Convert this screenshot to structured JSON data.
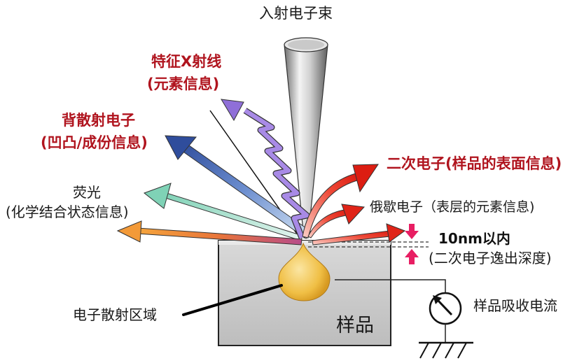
{
  "beam_label": "入射电子束",
  "characteristic_xray": {
    "title": "特征X射线",
    "subtitle": "(元素信息)"
  },
  "backscattered": {
    "title": "背散射电子",
    "subtitle": "(凹凸/成份信息)"
  },
  "fluorescence": {
    "title": "荧光",
    "subtitle": "(化学结合状态信息)"
  },
  "secondary": {
    "title": "二次电子(样品的表面信息)"
  },
  "auger": {
    "title": "俄歇电子（表层的元素信息)"
  },
  "depth": {
    "title": "10nm以内",
    "subtitle": "(二次电子逸出深度)"
  },
  "scatter_region": "电子散射区域",
  "sample": "样品",
  "absorbed_current": "样品吸收电流",
  "colors": {
    "label_red": "#b0141e",
    "xray_purple": "#9b7fe0",
    "backscatter_blue": "#3a5aa8",
    "fluorescence_green": "#8ad8c0",
    "secondary_red": "#e02418",
    "depth_marker_pink": "#e81e63",
    "scatter_gold": "#f2c14a"
  }
}
